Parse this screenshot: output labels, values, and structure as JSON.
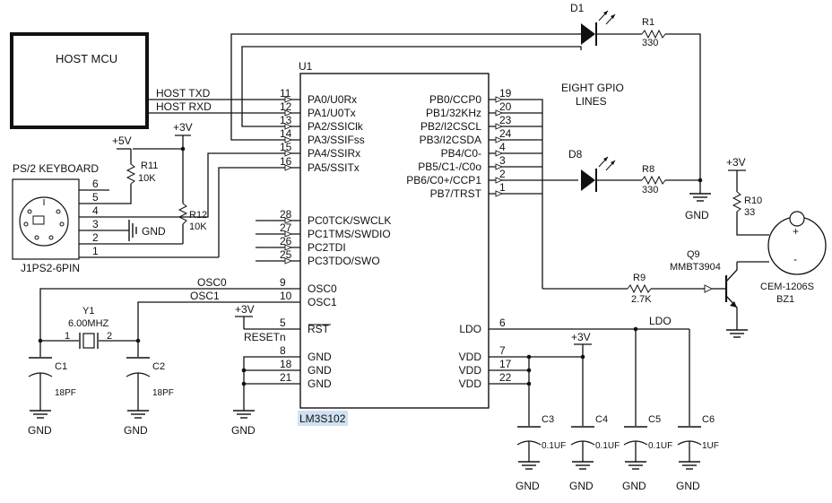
{
  "host": {
    "title": "HOST MCU",
    "txd": "HOST  TXD",
    "rxd": "HOST  RXD"
  },
  "chip": {
    "ref": "U1",
    "part": "LM3S102"
  },
  "pins_left": [
    {
      "num": "11",
      "name": "PA0/U0Rx"
    },
    {
      "num": "12",
      "name": "PA1/U0Tx"
    },
    {
      "num": "13",
      "name": "PA2/SSIClk"
    },
    {
      "num": "14",
      "name": "PA3/SSIFss"
    },
    {
      "num": "15",
      "name": "PA4/SSIRx"
    },
    {
      "num": "16",
      "name": "PA5/SSITx"
    },
    {
      "num": "28",
      "name": "PC0TCK/SWCLK"
    },
    {
      "num": "27",
      "name": "PC1TMS/SWDIO"
    },
    {
      "num": "26",
      "name": "PC2TDI"
    },
    {
      "num": "25",
      "name": "PC3TDO/SWO"
    },
    {
      "num": "9",
      "name": "OSC0"
    },
    {
      "num": "10",
      "name": "OSC1"
    },
    {
      "num": "5",
      "name": "RST"
    },
    {
      "num": "8",
      "name": "GND"
    },
    {
      "num": "18",
      "name": "GND"
    },
    {
      "num": "21",
      "name": "GND"
    }
  ],
  "pins_right": [
    {
      "num": "19",
      "name": "PB0/CCP0"
    },
    {
      "num": "20",
      "name": "PB1/32KHz"
    },
    {
      "num": "23",
      "name": "PB2/I2CSCL"
    },
    {
      "num": "24",
      "name": "PB3/I2CSDA"
    },
    {
      "num": "4",
      "name": "PB4/C0-"
    },
    {
      "num": "3",
      "name": "PB5/C1-/C0o"
    },
    {
      "num": "2",
      "name": "PB6/C0+/CCP1"
    },
    {
      "num": "1",
      "name": "PB7/TRST"
    },
    {
      "num": "6",
      "name": "LDO"
    },
    {
      "num": "7",
      "name": "VDD"
    },
    {
      "num": "17",
      "name": "VDD"
    },
    {
      "num": "22",
      "name": "VDD"
    }
  ],
  "keyboard": {
    "title": "PS/2 KEYBOARD",
    "ref": "J1PS2-6PIN",
    "pins": [
      "6",
      "5",
      "4",
      "3",
      "2",
      "1"
    ],
    "gnd": "GND"
  },
  "supplies": {
    "v5": "+5V",
    "v3": "+3V"
  },
  "r11": {
    "ref": "R11",
    "value": "10K"
  },
  "r12": {
    "ref": "R12",
    "value": "10K"
  },
  "gpio_label": [
    "EIGHT GPIO",
    "LINES"
  ],
  "d1": "D1",
  "d8": "D8",
  "r1": {
    "ref": "R1",
    "value": "330"
  },
  "r8": {
    "ref": "R8",
    "value": "330"
  },
  "r9": {
    "ref": "R9",
    "value": "2.7K"
  },
  "r10": {
    "ref": "R10",
    "value": "33"
  },
  "q9": {
    "ref": "Q9",
    "part": "MMBT3904"
  },
  "buzzer": {
    "part": "CEM-1206S",
    "ref": "BZ1",
    "plus": "+",
    "minus": "-"
  },
  "crystal": {
    "ref": "Y1",
    "value": "6.00MHZ",
    "pin1": "1",
    "pin2": "2",
    "net0": "OSC0",
    "net1": "OSC1"
  },
  "c1": {
    "ref": "C1",
    "value": "18PF"
  },
  "c2": {
    "ref": "C2",
    "value": "18PF"
  },
  "c3": {
    "ref": "C3",
    "value": "0.1UF"
  },
  "c4": {
    "ref": "C4",
    "value": "0.1UF"
  },
  "c5": {
    "ref": "C5",
    "value": "0.1UF"
  },
  "c6": {
    "ref": "C6",
    "value": "1UF"
  },
  "reset_label": "RESETn",
  "ldo_net": "LDO",
  "gnd": "GND"
}
